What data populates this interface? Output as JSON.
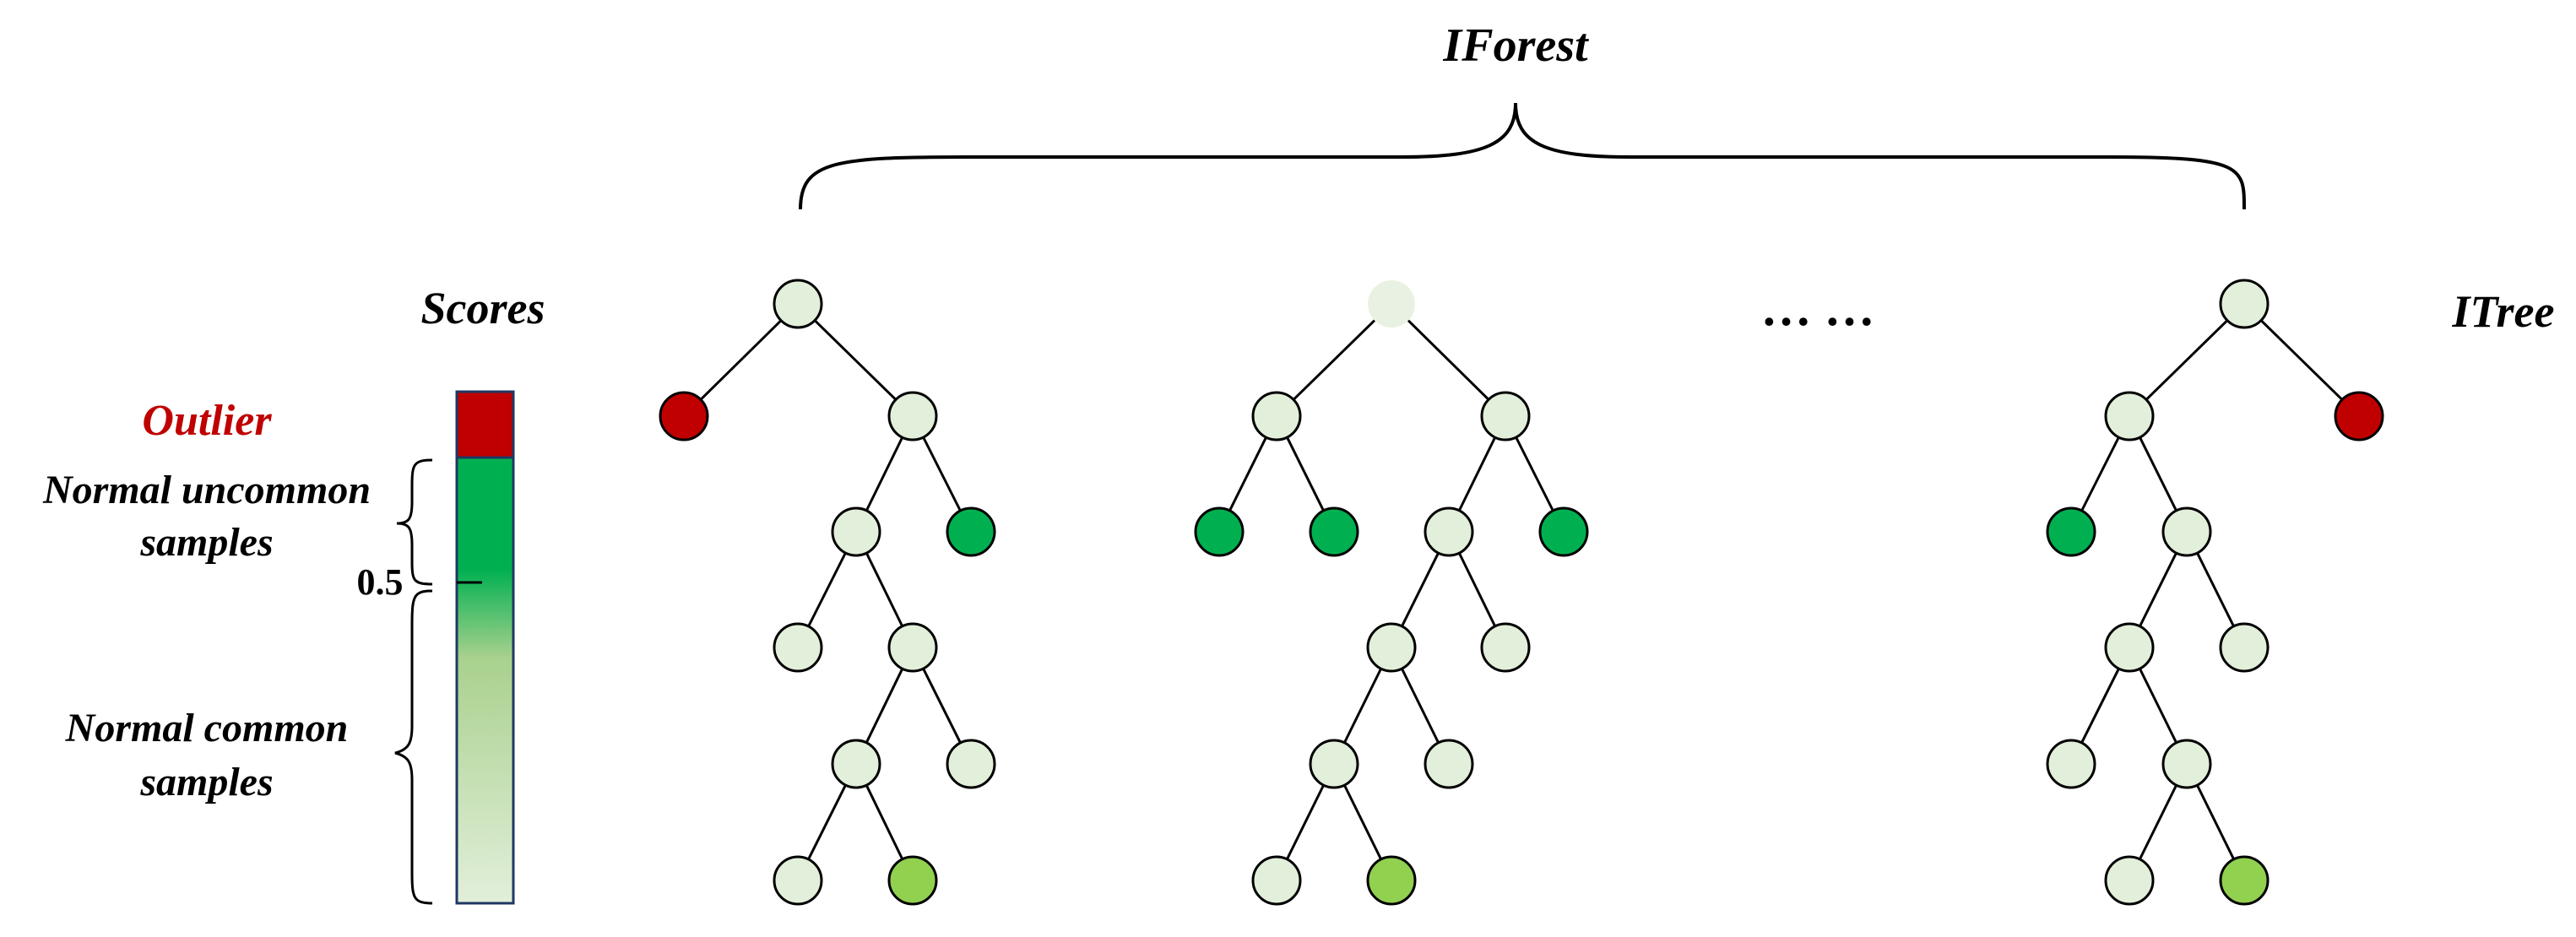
{
  "title": "IForest",
  "scores_label": "Scores",
  "tree_label": "ITree",
  "ellipsis": "…  …",
  "scale": {
    "outlier_label": "Outlier",
    "uncommon_label_line1": "Normal uncommon",
    "uncommon_label_line2": "samples",
    "common_label_line1": "Normal common",
    "common_label_line2": "samples",
    "threshold_label": "0.5"
  },
  "colors": {
    "outlier": "#C00000",
    "anomalous": "#00B050",
    "mild": "#92D050",
    "normal": "#E2EFDA",
    "faded_root": "#E9F2E2",
    "stroke": "#000000",
    "gradient_top": "#00B050",
    "gradient_mid": "#A9D18E",
    "gradient_bottom": "#E2EFDA"
  }
}
